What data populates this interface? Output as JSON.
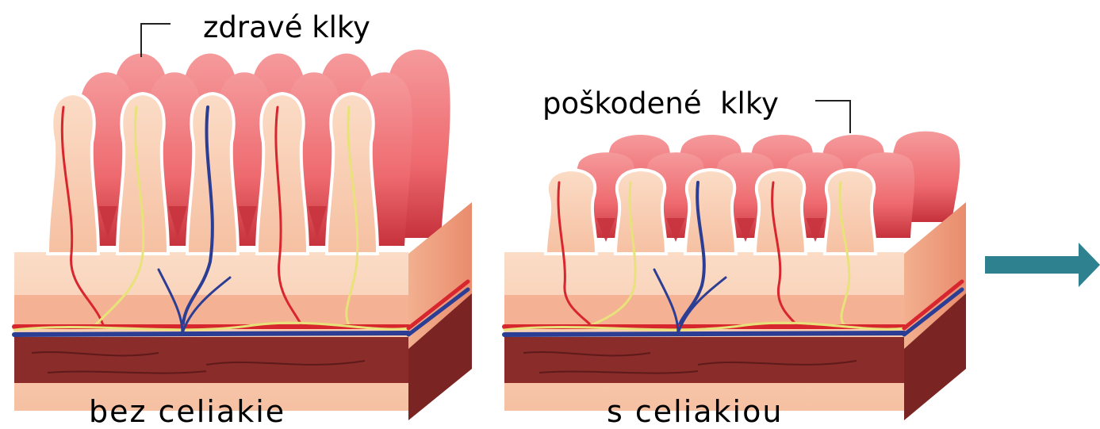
{
  "labels": {
    "healthy_villi": "zdravé klky",
    "damaged_villi": "poškodené  klky"
  },
  "captions": {
    "without_celiac": "bez celiakie",
    "with_celiac": "s celiakiou"
  },
  "colors": {
    "villus_pink": "#ef6f72",
    "villus_dark": "#c8343e",
    "cross_section": "#f8cfb3",
    "tissue_orange": "#f4a98a",
    "muscle_dark": "#8a2c2a",
    "artery_red": "#d8262e",
    "vein_blue": "#2c3e94",
    "nerve_yellow": "#e8e27a",
    "arrow_teal": "#2e8290"
  }
}
